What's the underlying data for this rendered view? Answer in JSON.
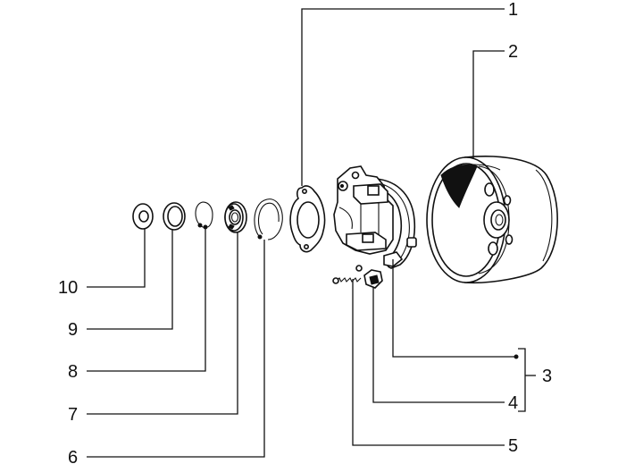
{
  "diagram": {
    "callouts": [
      {
        "id": "c1",
        "label": "1"
      },
      {
        "id": "c2",
        "label": "2"
      },
      {
        "id": "c3",
        "label": "3"
      },
      {
        "id": "c4",
        "label": "4"
      },
      {
        "id": "c5",
        "label": "5"
      },
      {
        "id": "c6",
        "label": "6"
      },
      {
        "id": "c7",
        "label": "7"
      },
      {
        "id": "c8",
        "label": "8"
      },
      {
        "id": "c9",
        "label": "9"
      },
      {
        "id": "c10",
        "label": "10"
      }
    ]
  }
}
